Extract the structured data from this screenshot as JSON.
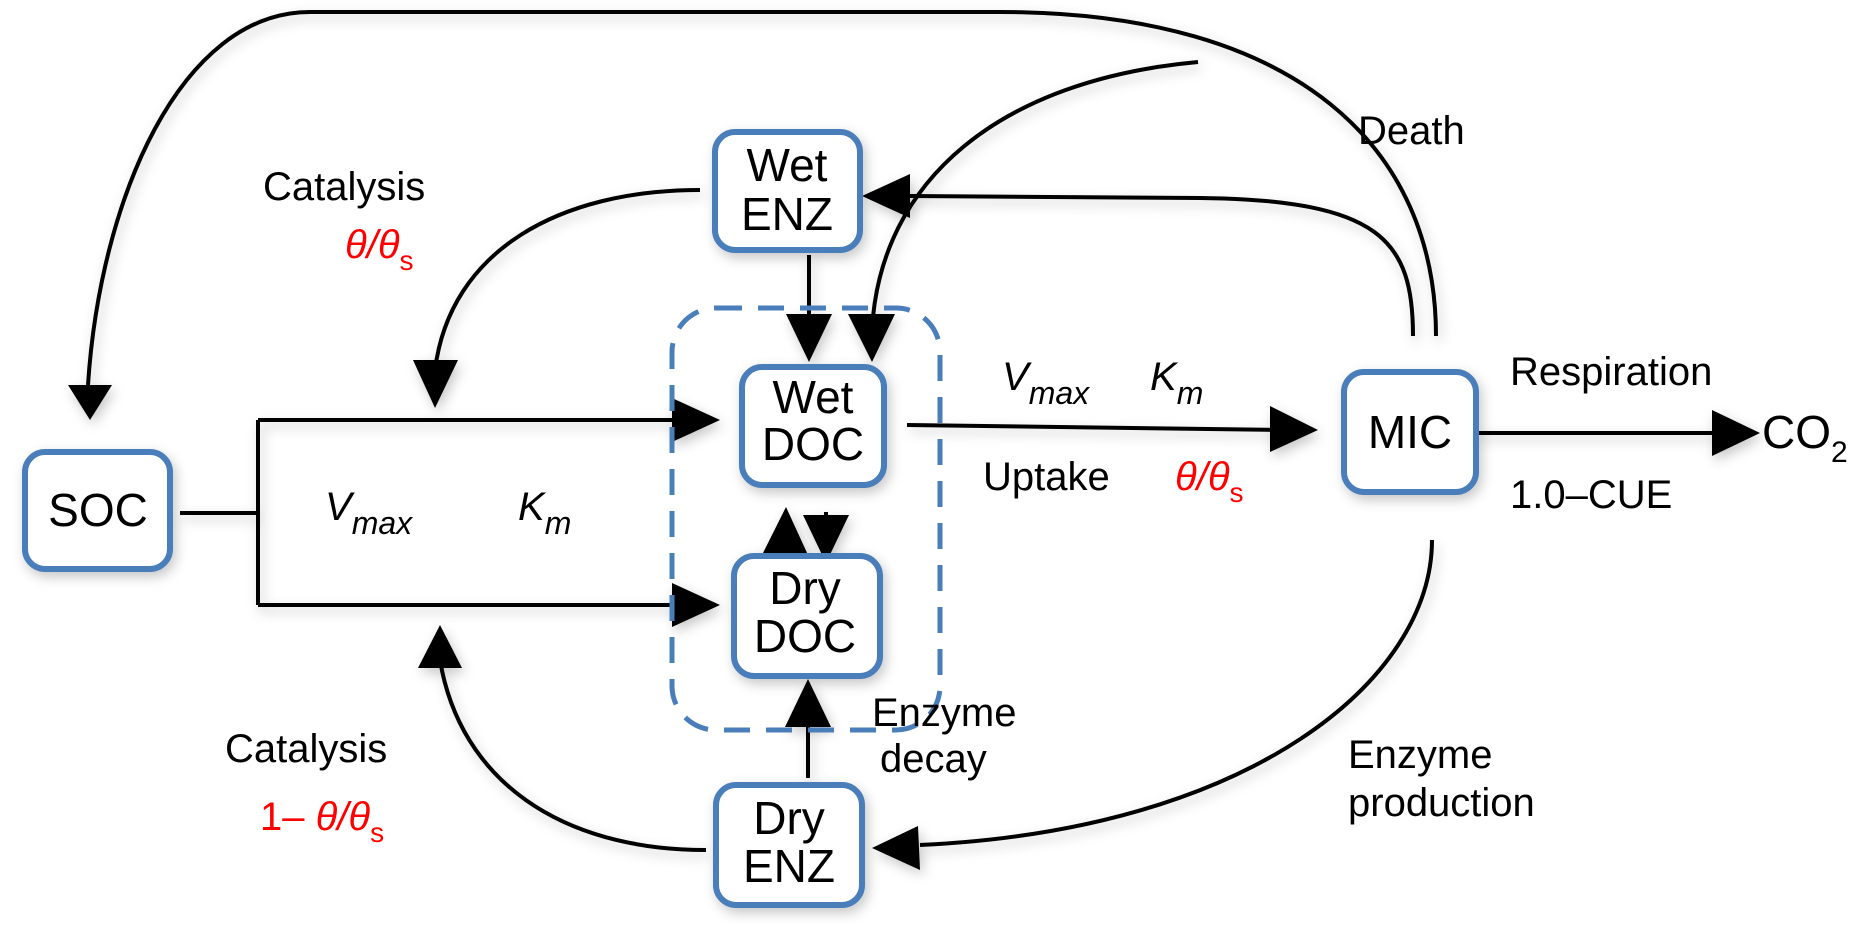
{
  "diagram": {
    "nodes": {
      "soc": {
        "label": "SOC"
      },
      "wet_enz": {
        "line1": "Wet",
        "line2": "ENZ"
      },
      "wet_doc": {
        "line1": "Wet",
        "line2": "DOC"
      },
      "dry_doc": {
        "line1": "Dry",
        "line2": "DOC"
      },
      "dry_enz": {
        "line1": "Dry",
        "line2": "ENZ"
      },
      "mic": {
        "label": "MIC"
      },
      "co2": {
        "label": "CO",
        "sub": "2"
      }
    },
    "labels": {
      "death": "Death",
      "catalysis_top": {
        "title": "Catalysis",
        "expr": "θ/θ",
        "sub": "s"
      },
      "catalysis_bottom": {
        "title": "Catalysis",
        "prefix": "1– ",
        "expr": "θ/θ",
        "sub": "s"
      },
      "decomp_kinetics": {
        "v": "V",
        "v_sub": "max",
        "k": "K",
        "k_sub": "m"
      },
      "uptake_kinetics": {
        "v": "V",
        "v_sub": "max",
        "k": "K",
        "k_sub": "m"
      },
      "uptake": {
        "title": "Uptake",
        "expr": "θ/θ",
        "sub": "s"
      },
      "respiration": "Respiration",
      "cue": "1.0–CUE",
      "enzyme_decay": {
        "line1": "Enzyme",
        "line2": "decay"
      },
      "enzyme_production": {
        "line1": "Enzyme",
        "line2": "production"
      }
    },
    "colors": {
      "node_border": "#4a7ebb",
      "modifier_text": "#ff0000",
      "edge": "#000000"
    }
  }
}
